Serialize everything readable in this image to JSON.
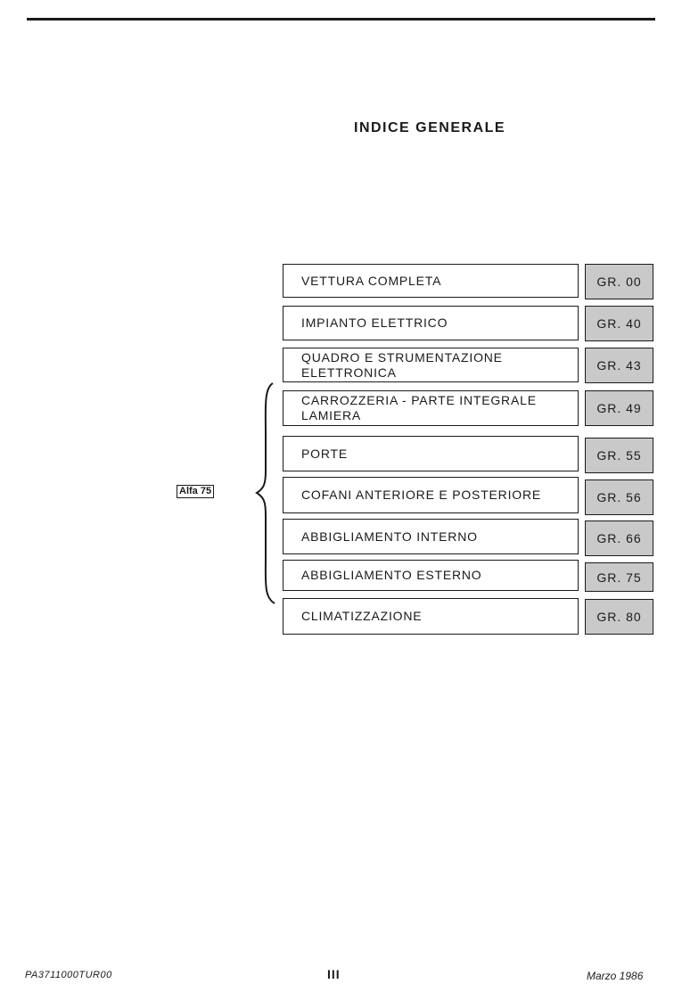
{
  "header": {
    "title": "INDICE GENERALE"
  },
  "sidebar": {
    "model_badge": "Alfa 75"
  },
  "index": {
    "items": [
      {
        "label": "VETTURA COMPLETA",
        "group": "GR. 00"
      },
      {
        "label": "IMPIANTO ELETTRICO",
        "group": "GR. 40"
      },
      {
        "label": "QUADRO E STRUMENTAZIONE\nELETTRONICA",
        "group": "GR. 43"
      },
      {
        "label": "CARROZZERIA - PARTE INTEGRALE\nLAMIERA",
        "group": "GR. 49"
      },
      {
        "label": "PORTE",
        "group": "GR. 55"
      },
      {
        "label": "COFANI ANTERIORE E POSTERIORE",
        "group": "GR. 56"
      },
      {
        "label": "ABBIGLIAMENTO INTERNO",
        "group": "GR. 66"
      },
      {
        "label": "ABBIGLIAMENTO ESTERNO",
        "group": "GR. 75"
      },
      {
        "label": "CLIMATIZZAZIONE",
        "group": "GR. 80"
      }
    ]
  },
  "footer": {
    "code": "PA3711000TUR00",
    "page_number": "III",
    "date": "Marzo 1986"
  }
}
